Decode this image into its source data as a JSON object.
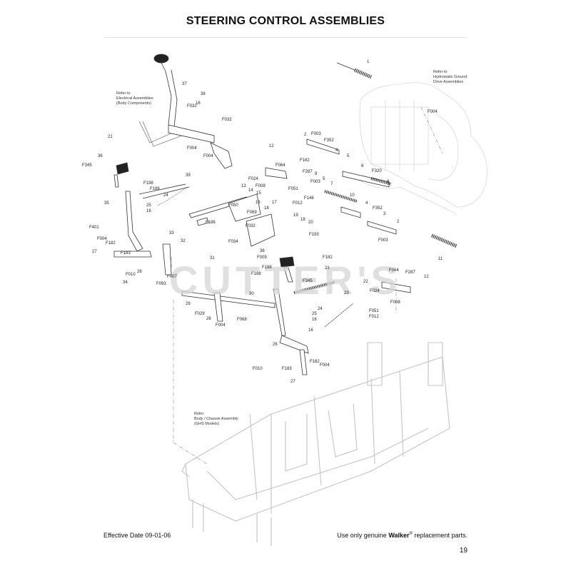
{
  "page": {
    "title": "STEERING CONTROL ASSEMBLIES",
    "footer_effective": "Effective Date 09-01-06",
    "footer_note_prefix": "Use only genuine",
    "footer_brand": "Walker",
    "footer_brand_mark": "®",
    "footer_note_suffix": "replacement parts.",
    "page_number": "19"
  },
  "watermark": "CUTTER'S",
  "notes": {
    "electrical": [
      "Refer to",
      "Electrical Assemblies",
      "(Body Components)"
    ],
    "hydrostatic": [
      "Refer to",
      "Hydrostatic Ground",
      "Drive Assemblies"
    ],
    "chassis": [
      "Refer",
      "Body / Chassis Assembly",
      "(GHS Models)"
    ]
  },
  "callouts": [
    "1",
    "37",
    "38",
    "16",
    "F032",
    "F032",
    "F004",
    "F004",
    "21",
    "36",
    "F345",
    "F198",
    "F188",
    "24",
    "25",
    "16",
    "39",
    "35",
    "F401",
    "F004",
    "F182",
    "27",
    "F183",
    "33",
    "32",
    "F010",
    "26",
    "34",
    "F007",
    "F093",
    "2",
    "F003",
    "F352",
    "4",
    "5",
    "6",
    "F320",
    "12",
    "F064",
    "F182",
    "F287",
    "9",
    "5",
    "7",
    "8",
    "F024",
    "F008",
    "F051",
    "F146",
    "F012",
    "F003",
    "14",
    "13",
    "15",
    "F050",
    "16",
    "17",
    "F069",
    "18",
    "F186",
    "F032",
    "31",
    "F034",
    "10",
    "4",
    "F352",
    "3",
    "19",
    "18",
    "20",
    "F193",
    "F182",
    "2",
    "F003",
    "11",
    "F004",
    "36",
    "F009",
    "F198",
    "21",
    "F188",
    "F345",
    "24",
    "25",
    "16",
    "30",
    "23",
    "F064",
    "F287",
    "12",
    "22",
    "F024",
    "F008",
    "29",
    "F029",
    "28",
    "F004",
    "F068",
    "F051",
    "F012",
    "16",
    "26",
    "F010",
    "F183",
    "F182",
    "F004",
    "27"
  ]
}
